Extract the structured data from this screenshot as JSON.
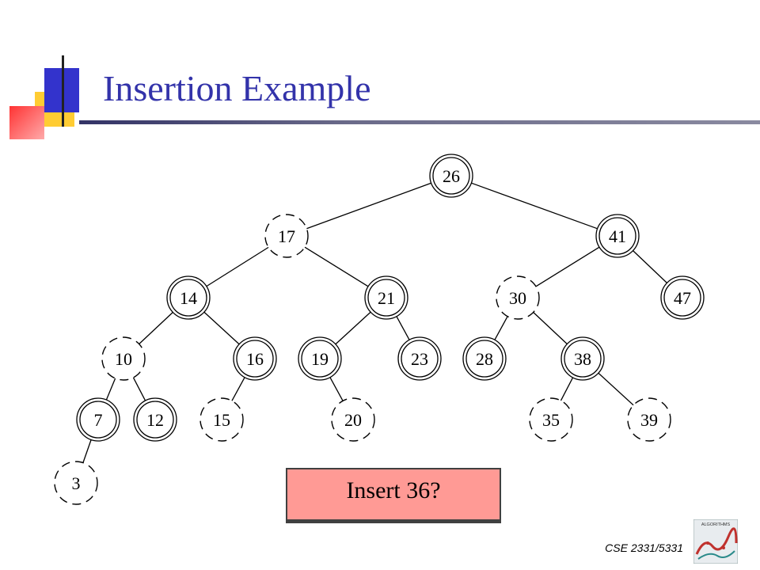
{
  "slide": {
    "title": "Insertion Example",
    "footer": "CSE 2331/5331",
    "callout": "Insert 36?"
  },
  "logo": {
    "text": "ALGORITHMS"
  },
  "colors": {
    "title": "#3333aa",
    "callout_fill": "#ff9a95",
    "deco_yellow": "#ffcc33",
    "deco_blue": "#3333cc",
    "deco_red": "#ff3333"
  },
  "legend_semantics": {
    "double-circle": "black node",
    "dashed-circle": "red node"
  },
  "tree": {
    "nodes": [
      {
        "id": "n26",
        "key": "26",
        "color": "black"
      },
      {
        "id": "n17",
        "key": "17",
        "color": "red"
      },
      {
        "id": "n41",
        "key": "41",
        "color": "black"
      },
      {
        "id": "n14",
        "key": "14",
        "color": "black"
      },
      {
        "id": "n21",
        "key": "21",
        "color": "black"
      },
      {
        "id": "n30",
        "key": "30",
        "color": "red"
      },
      {
        "id": "n47",
        "key": "47",
        "color": "black"
      },
      {
        "id": "n10",
        "key": "10",
        "color": "red"
      },
      {
        "id": "n16",
        "key": "16",
        "color": "black"
      },
      {
        "id": "n19",
        "key": "19",
        "color": "black"
      },
      {
        "id": "n23",
        "key": "23",
        "color": "black"
      },
      {
        "id": "n28",
        "key": "28",
        "color": "black"
      },
      {
        "id": "n38",
        "key": "38",
        "color": "black"
      },
      {
        "id": "n7",
        "key": "7",
        "color": "black"
      },
      {
        "id": "n12",
        "key": "12",
        "color": "black"
      },
      {
        "id": "n15",
        "key": "15",
        "color": "red"
      },
      {
        "id": "n20",
        "key": "20",
        "color": "red"
      },
      {
        "id": "n35",
        "key": "35",
        "color": "red"
      },
      {
        "id": "n39",
        "key": "39",
        "color": "red"
      },
      {
        "id": "n3",
        "key": "3",
        "color": "red"
      }
    ],
    "edges": [
      [
        "n26",
        "n17"
      ],
      [
        "n26",
        "n41"
      ],
      [
        "n17",
        "n14"
      ],
      [
        "n17",
        "n21"
      ],
      [
        "n41",
        "n30"
      ],
      [
        "n41",
        "n47"
      ],
      [
        "n14",
        "n10"
      ],
      [
        "n14",
        "n16"
      ],
      [
        "n21",
        "n19"
      ],
      [
        "n21",
        "n23"
      ],
      [
        "n30",
        "n28"
      ],
      [
        "n30",
        "n38"
      ],
      [
        "n10",
        "n7"
      ],
      [
        "n10",
        "n12"
      ],
      [
        "n16",
        "n15"
      ],
      [
        "n19",
        "n20"
      ],
      [
        "n38",
        "n35"
      ],
      [
        "n38",
        "n39"
      ],
      [
        "n7",
        "n3"
      ]
    ]
  }
}
